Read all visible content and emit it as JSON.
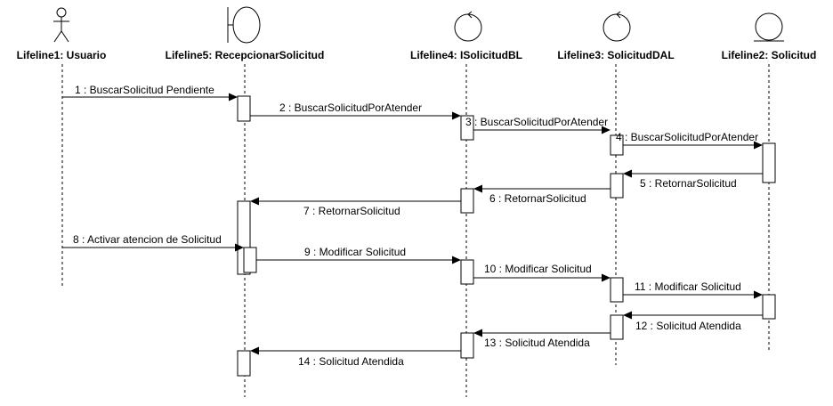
{
  "lifelines": [
    {
      "id": "usuario",
      "name": "Lifeline1: Usuario",
      "icon": "actor-icon"
    },
    {
      "id": "recepcionar",
      "name": "Lifeline5: RecepcionarSolicitud",
      "icon": "boundary-icon"
    },
    {
      "id": "isolicitudbl",
      "name": "Lifeline4: ISolicitudBL",
      "icon": "control-icon"
    },
    {
      "id": "solicituddal",
      "name": "Lifeline3: SolicitudDAL",
      "icon": "control-icon"
    },
    {
      "id": "solicitud",
      "name": "Lifeline2: Solicitud",
      "icon": "entity-icon"
    }
  ],
  "messages": [
    {
      "label": "1 : BuscarSolicitud Pendiente",
      "from": "usuario",
      "to": "recepcionar"
    },
    {
      "label": "2 : BuscarSolicitudPorAtender",
      "from": "recepcionar",
      "to": "isolicitudbl"
    },
    {
      "label": "3 : BuscarSolicitudPorAtender",
      "from": "isolicitudbl",
      "to": "solicituddal"
    },
    {
      "label": "4 : BuscarSolicitudPorAtender",
      "from": "solicituddal",
      "to": "solicitud"
    },
    {
      "label": "5 : RetornarSolicitud",
      "from": "solicitud",
      "to": "solicituddal"
    },
    {
      "label": "6 : RetornarSolicitud",
      "from": "solicituddal",
      "to": "isolicitudbl"
    },
    {
      "label": "7 : RetornarSolicitud",
      "from": "isolicitudbl",
      "to": "recepcionar"
    },
    {
      "label": "8 : Activar atencion de Solicitud",
      "from": "usuario",
      "to": "recepcionar"
    },
    {
      "label": "9 : Modificar Solicitud",
      "from": "recepcionar",
      "to": "isolicitudbl"
    },
    {
      "label": "10 : Modificar Solicitud",
      "from": "isolicitudbl",
      "to": "solicituddal"
    },
    {
      "label": "11 : Modificar Solicitud",
      "from": "solicituddal",
      "to": "solicitud"
    },
    {
      "label": "12 : Solicitud Atendida",
      "from": "solicitud",
      "to": "solicituddal"
    },
    {
      "label": "13 : Solicitud Atendida",
      "from": "solicituddal",
      "to": "isolicitudbl"
    },
    {
      "label": "14 : Solicitud Atendida",
      "from": "isolicitudbl",
      "to": "recepcionar"
    }
  ]
}
